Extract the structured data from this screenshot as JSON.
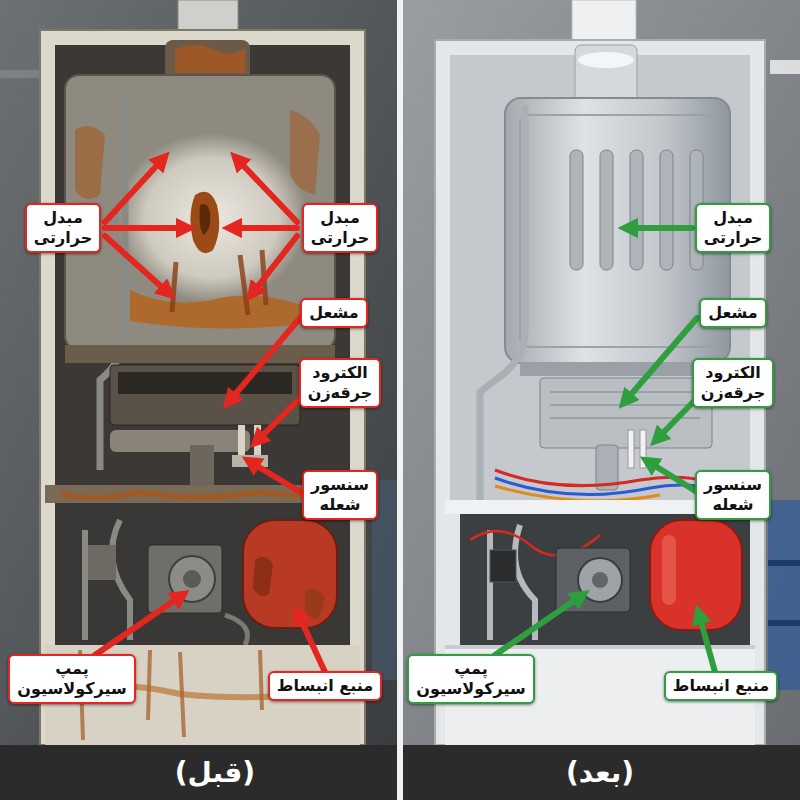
{
  "diagram": {
    "nodes": [
      {
        "text": [
          "مبدل حرارتی"
        ]
      },
      {
        "text": [
          "مبدل حرارتی"
        ]
      },
      {
        "text": [
          "مشعل"
        ]
      },
      {
        "text": [
          "الکترود جرقه‌زن"
        ]
      },
      {
        "text": [
          "سنسور شعله"
        ]
      },
      {
        "text": [
          "پمپ سیرکولاسیون"
        ]
      },
      {
        "text": [
          "منبع انبساط"
        ]
      },
      {
        "text": [
          "مبدل حرارتی"
        ]
      },
      {
        "text": [
          "مشعل"
        ]
      },
      {
        "text": [
          "الکترود جرقه‌زن"
        ]
      },
      {
        "text": [
          "سنسور شعله"
        ]
      },
      {
        "text": [
          "پمپ سیرکولاسیون"
        ]
      },
      {
        "text": [
          "منبع انبساط"
        ]
      }
    ],
    "labels": [
      "(قبل)",
      "(بعد)"
    ]
  }
}
